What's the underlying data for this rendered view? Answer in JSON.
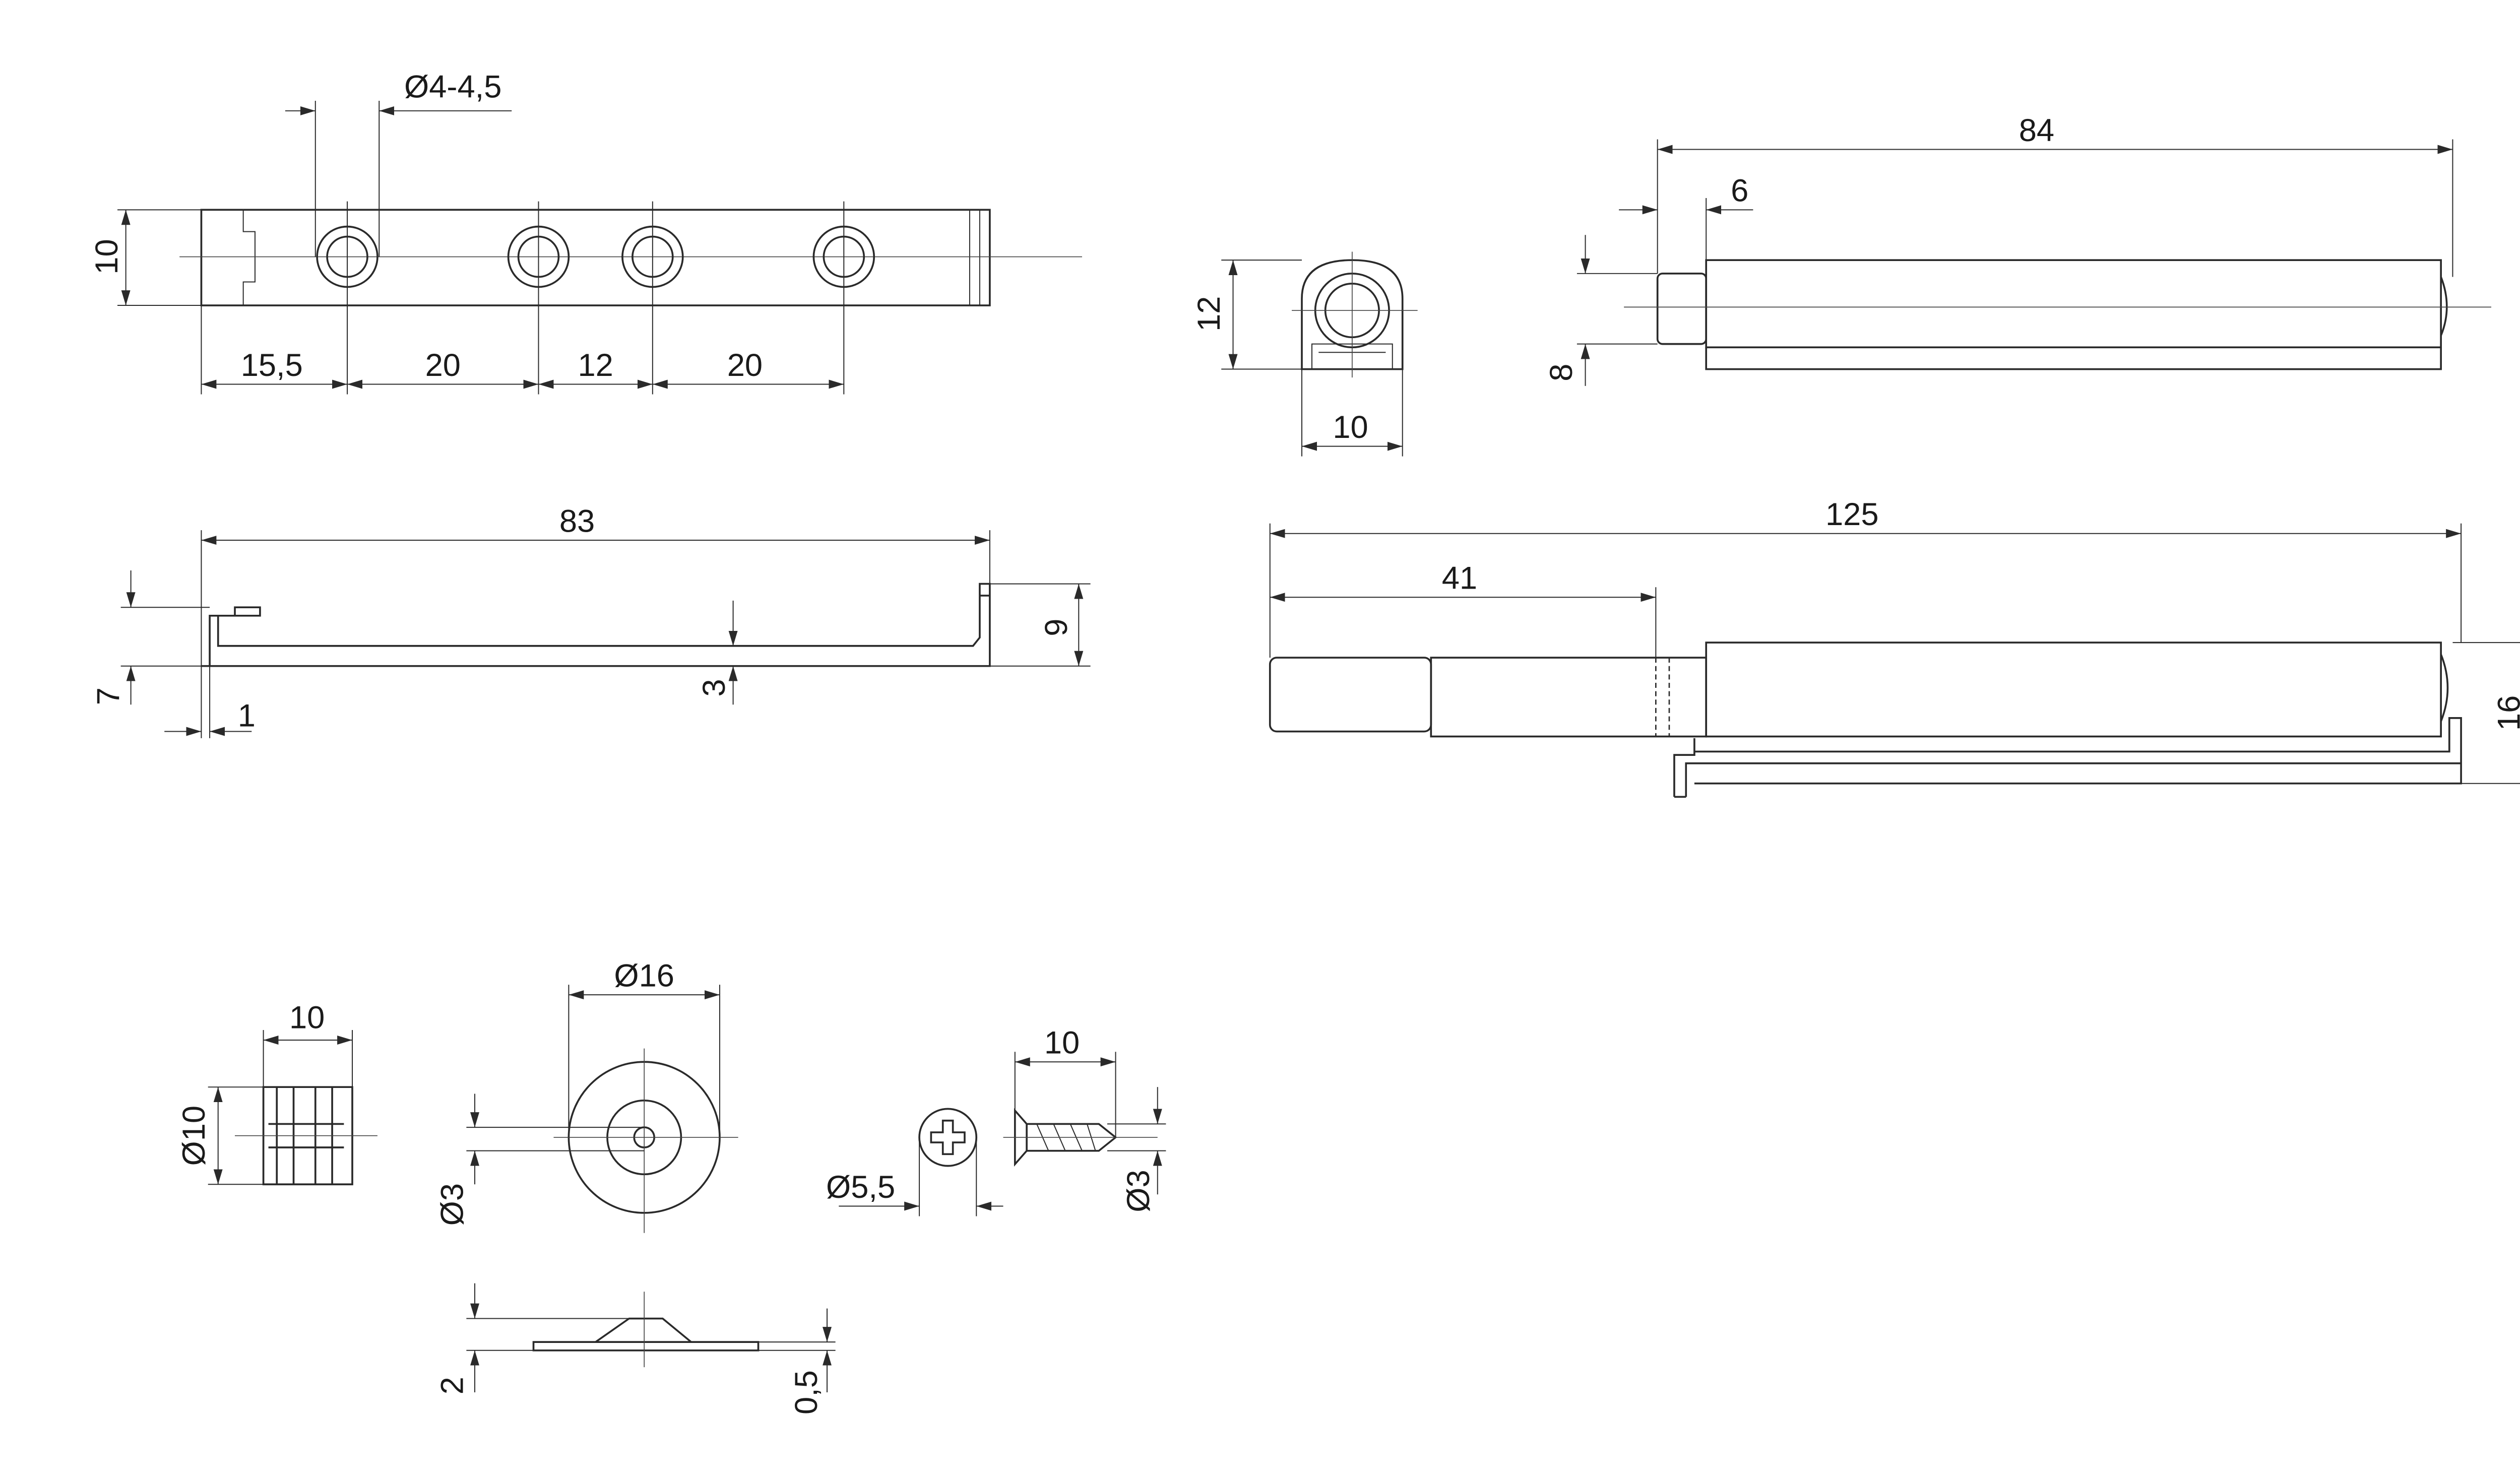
{
  "rail_top_view": {
    "hole_diameter": "Ø4-4,5",
    "height": "10",
    "spacing": [
      "15,5",
      "20",
      "12",
      "20"
    ]
  },
  "front_view": {
    "height": "12",
    "width": "10"
  },
  "body_side_view": {
    "length": "84",
    "plunger": "6",
    "plunger_height": "8"
  },
  "rail_side_view": {
    "length": "83",
    "height": "9",
    "lip": "7",
    "thickness": "3",
    "offset": "1"
  },
  "assembly_view": {
    "length": "125",
    "stroke": "41",
    "height": "16"
  },
  "plug": {
    "length": "10",
    "diameter": "Ø10"
  },
  "disc": {
    "diameter": "Ø16",
    "hole": "Ø3",
    "height": "2",
    "thickness": "0,5"
  },
  "screw": {
    "head": "Ø5,5",
    "length": "10",
    "diameter": "Ø3"
  }
}
